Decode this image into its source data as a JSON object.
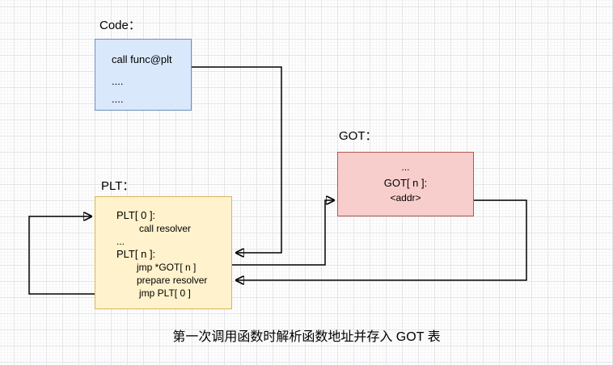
{
  "caption": "第一次调用函数时解析函数地址并存入 GOT 表",
  "colors": {
    "code_fill": "#dae8fc",
    "code_border": "#6c8ebf",
    "got_fill": "#f8cecc",
    "got_border": "#b85450",
    "plt_fill": "#fff2cc",
    "plt_border": "#d6b656",
    "arrow": "#000000",
    "grid_major": "#e4e4e6",
    "background": "#ffffff"
  },
  "boxes": {
    "code": {
      "label": "Code：",
      "lines": [
        "call func@plt",
        "....",
        "...."
      ]
    },
    "got": {
      "label": "GOT：",
      "lines": [
        "...",
        "GOT[ n ]:",
        "<addr>"
      ]
    },
    "plt": {
      "label": "PLT：",
      "lines": [
        "PLT[ 0 ]:",
        "call resolver",
        "...",
        "PLT[ n ]:",
        "jmp *GOT[ n ]",
        "prepare resolver",
        "jmp PLT[ 0 ]"
      ]
    }
  },
  "arrows": [
    {
      "name": "code-to-plt-n",
      "from": "code",
      "to": "plt"
    },
    {
      "name": "plt-jmp-to-got",
      "from": "plt",
      "to": "got"
    },
    {
      "name": "got-back-to-plt",
      "from": "got",
      "to": "plt"
    },
    {
      "name": "plt-self-loop",
      "from": "plt",
      "to": "plt"
    }
  ]
}
